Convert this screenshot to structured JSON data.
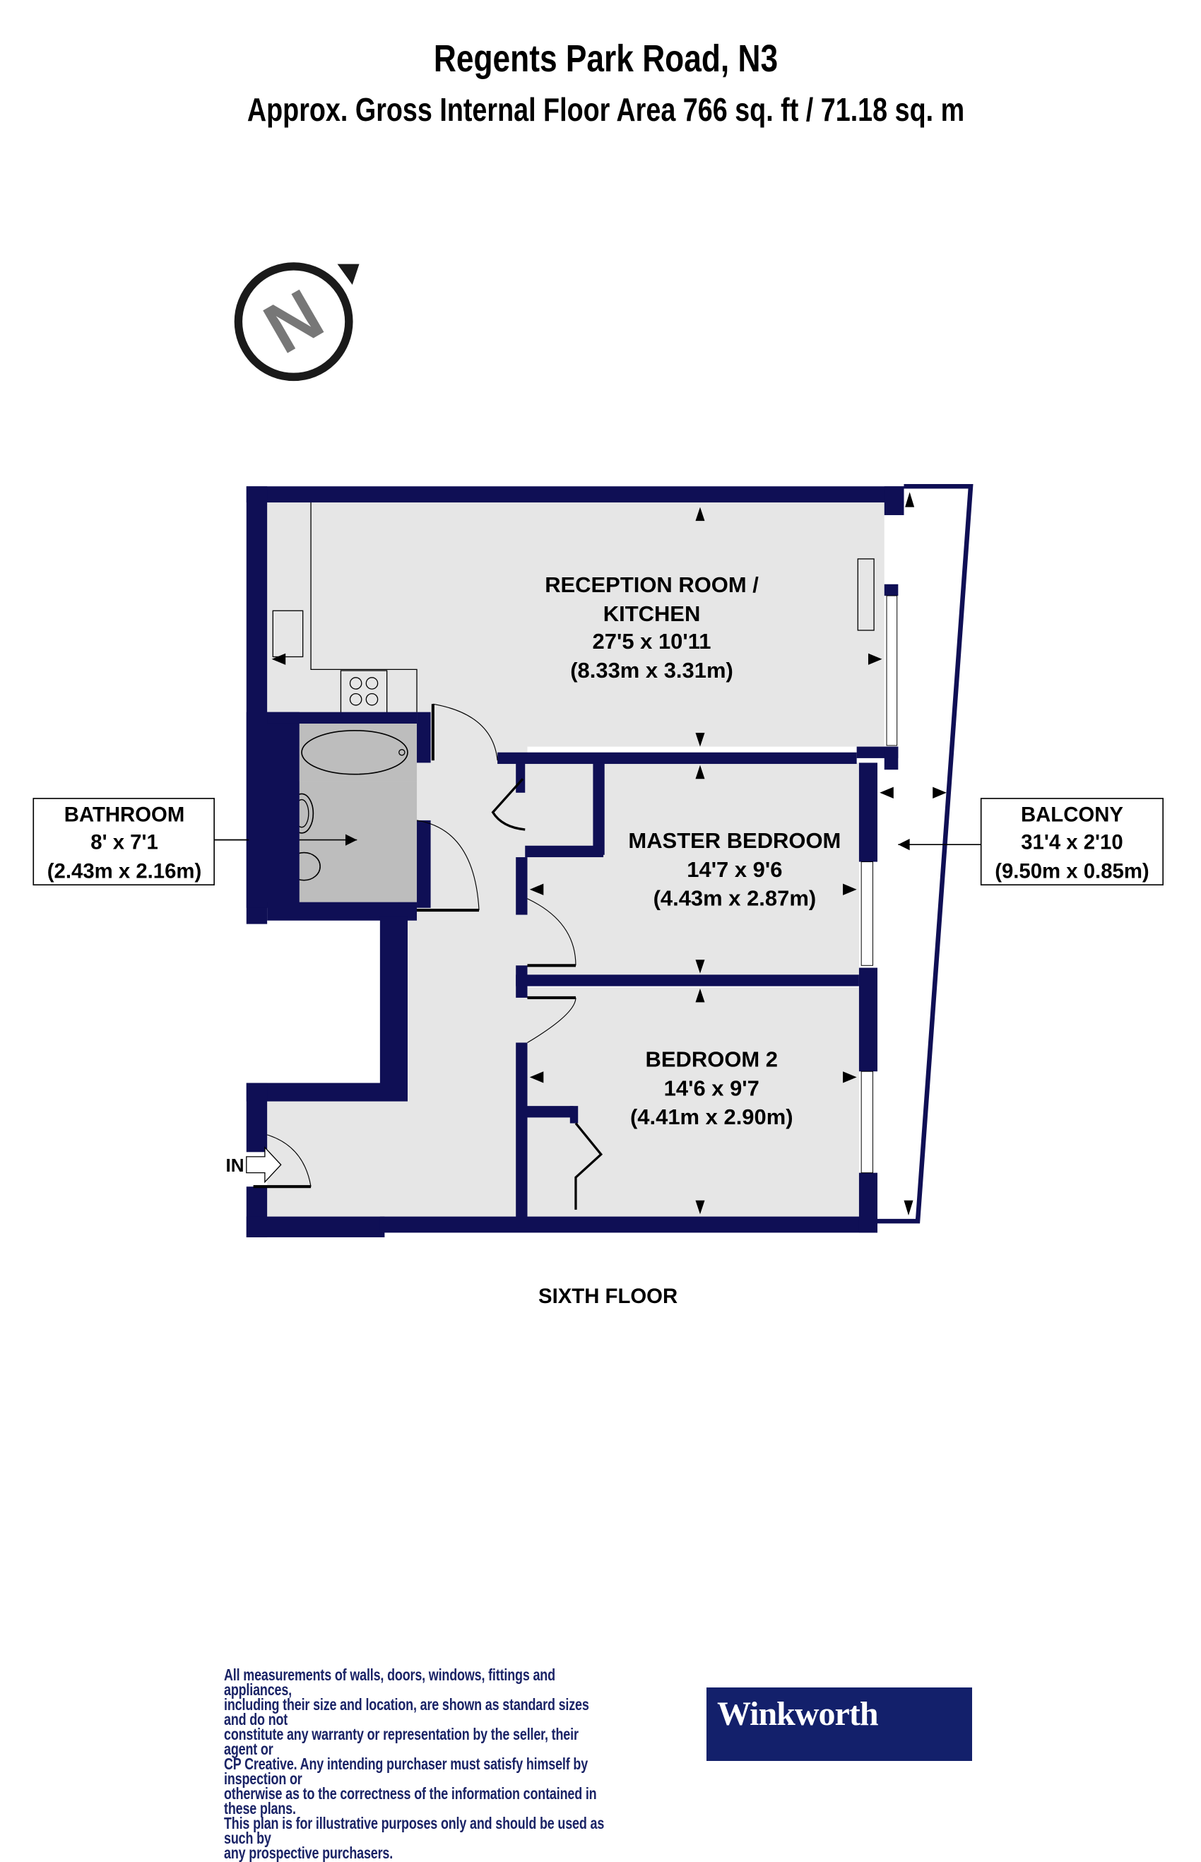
{
  "header": {
    "title": "Regents Park Road, N3",
    "subtitle": "Approx. Gross Internal Floor Area 766 sq. ft / 71.18 sq. m"
  },
  "compass": {
    "letter": "N",
    "icon": "north-compass-icon"
  },
  "rooms": [
    {
      "name_line1": "RECEPTION ROOM /",
      "name_line2": "KITCHEN",
      "imperial": "27'5 x 10'11",
      "metric": "(8.33m x 3.31m)"
    },
    {
      "name_line1": "MASTER BEDROOM",
      "imperial": "14'7 x 9'6",
      "metric": "(4.43m x 2.87m)"
    },
    {
      "name_line1": "BEDROOM 2",
      "imperial": "14'6 x 9'7",
      "metric": "(4.41m x 2.90m)"
    }
  ],
  "callouts": {
    "bathroom": {
      "name": "BATHROOM",
      "imperial": "8' x 7'1",
      "metric": "(2.43m x 2.16m)"
    },
    "balcony": {
      "name": "BALCONY",
      "imperial": "31'4 x 2'10",
      "metric": "(9.50m x 0.85m)"
    }
  },
  "entrance_label": "IN",
  "floor_label": "SIXTH FLOOR",
  "disclaimer": "All measurements of walls, doors, windows, fittings and appliances,\nincluding their size and location, are shown as standard sizes and do not\nconstitute any warranty or representation by the seller, their agent or\nCP Creative. Any intending purchaser must satisfy himself by inspection or\notherwise as to the correctness of the information contained in these plans.\nThis plan is for illustrative purposes only and should be used as such by\nany prospective purchasers.",
  "brand": {
    "name": "Winkworth",
    "color": "#13206b"
  },
  "colors": {
    "wall": "#0f0f55",
    "floor": "#e6e6e6",
    "bathroom_floor": "#bdbdbd"
  }
}
